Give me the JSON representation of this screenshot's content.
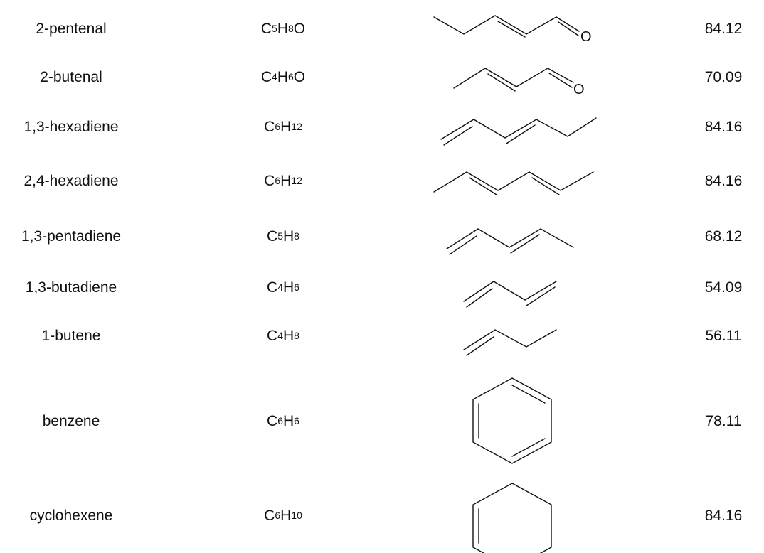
{
  "table": {
    "rows": [
      {
        "name": "2-pentenal",
        "formula": [
          {
            "el": "C",
            "n": "5"
          },
          {
            "el": "H",
            "n": "8"
          },
          {
            "el": "O",
            "n": ""
          }
        ],
        "mass": "84.12",
        "structure_icon": "2-pentenal-structure-icon",
        "atom_label": "O"
      },
      {
        "name": "2-butenal",
        "formula": [
          {
            "el": "C",
            "n": "4"
          },
          {
            "el": "H",
            "n": "6"
          },
          {
            "el": "O",
            "n": ""
          }
        ],
        "mass": "70.09",
        "structure_icon": "2-butenal-structure-icon",
        "atom_label": "O"
      },
      {
        "name": "1,3-hexadiene",
        "formula": [
          {
            "el": "C",
            "n": "6"
          },
          {
            "el": "H",
            "n": "12"
          }
        ],
        "mass": "84.16",
        "structure_icon": "1-3-hexadiene-structure-icon"
      },
      {
        "name": "2,4-hexadiene",
        "formula": [
          {
            "el": "C",
            "n": "6"
          },
          {
            "el": "H",
            "n": "12"
          }
        ],
        "mass": "84.16",
        "structure_icon": "2-4-hexadiene-structure-icon"
      },
      {
        "name": "1,3-pentadiene",
        "formula": [
          {
            "el": "C",
            "n": "5"
          },
          {
            "el": "H",
            "n": "8"
          }
        ],
        "mass": "68.12",
        "structure_icon": "1-3-pentadiene-structure-icon"
      },
      {
        "name": "1,3-butadiene",
        "formula": [
          {
            "el": "C",
            "n": "4"
          },
          {
            "el": "H",
            "n": "6"
          }
        ],
        "mass": "54.09",
        "structure_icon": "1-3-butadiene-structure-icon"
      },
      {
        "name": "1-butene",
        "formula": [
          {
            "el": "C",
            "n": "4"
          },
          {
            "el": "H",
            "n": "8"
          }
        ],
        "mass": "56.11",
        "structure_icon": "1-butene-structure-icon"
      },
      {
        "name": "benzene",
        "formula": [
          {
            "el": "C",
            "n": "6"
          },
          {
            "el": "H",
            "n": "6"
          }
        ],
        "mass": "78.11",
        "structure_icon": "benzene-structure-icon"
      },
      {
        "name": "cyclohexene",
        "formula": [
          {
            "el": "C",
            "n": "6"
          },
          {
            "el": "H",
            "n": "10"
          }
        ],
        "mass": "84.16",
        "structure_icon": "cyclohexene-structure-icon"
      }
    ]
  }
}
